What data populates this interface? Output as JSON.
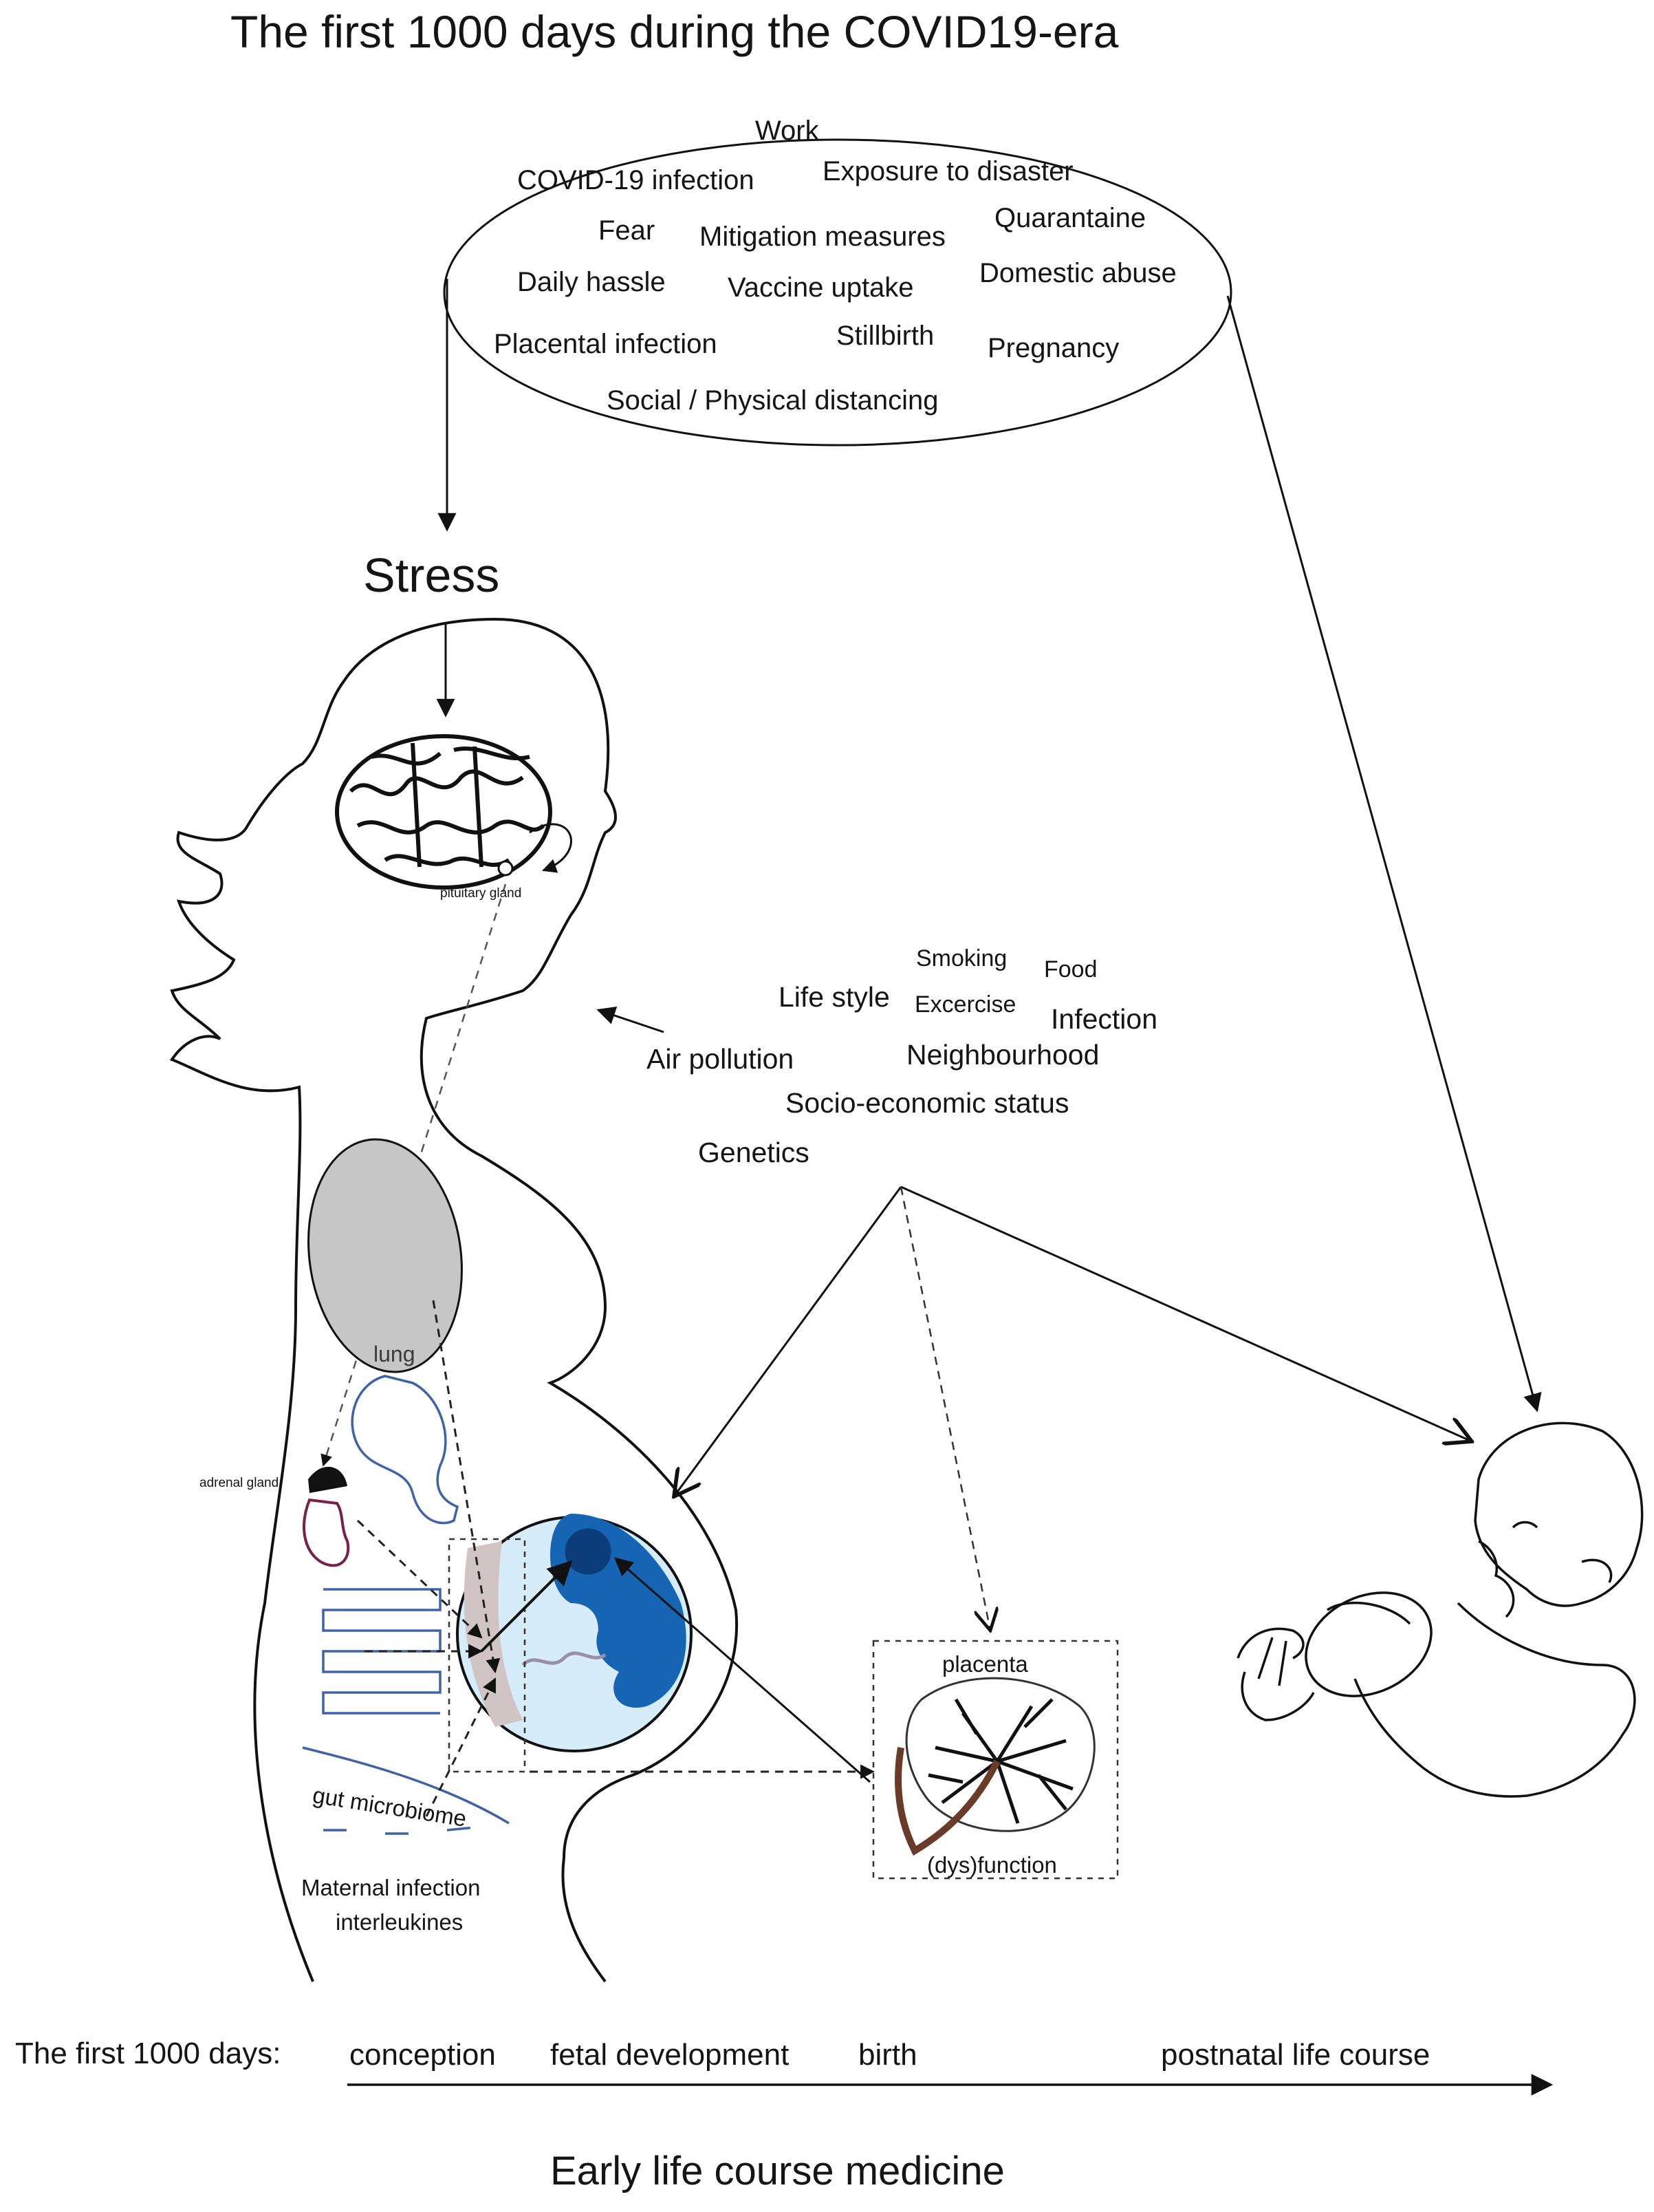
{
  "title": "The first 1000 days during the COVID19-era",
  "stressors": {
    "work": "Work",
    "covid_infection": "COVID-19 infection",
    "exposure_to_disaster": "Exposure to disaster",
    "fear": "Fear",
    "mitigation_measures": "Mitigation measures",
    "quarantaine": "Quarantaine",
    "daily_hassle": "Daily hassle",
    "vaccine_uptake": "Vaccine uptake",
    "domestic_abuse": "Domestic abuse",
    "placental_infection": "Placental infection",
    "stillbirth": "Stillbirth",
    "pregnancy": "Pregnancy",
    "social_distancing": "Social / Physical distancing"
  },
  "stress_label": "Stress",
  "anatomy": {
    "pituitary_gland": "pituitary gland",
    "lung": "lung",
    "adrenal_gland": "adrenal gland",
    "gut_microbiome": "gut microbiome",
    "maternal_infection": "Maternal infection",
    "interleukines": "interleukines"
  },
  "environmental_factors": {
    "smoking": "Smoking",
    "food": "Food",
    "life_style": "Life style",
    "excercise": "Excercise",
    "infection": "Infection",
    "air_pollution": "Air pollution",
    "neighbourhood": "Neighbourhood",
    "socio_economic_status": "Socio-economic status",
    "genetics": "Genetics"
  },
  "placenta_box": {
    "label": "placenta",
    "caption": "(dys)function"
  },
  "timeline": {
    "label": "The first 1000 days:",
    "stages": [
      "conception",
      "fetal development",
      "birth",
      "postnatal life course"
    ]
  },
  "footer": "Early life course medicine",
  "colors": {
    "lung": "#c6c6c6",
    "uterus": "#d6ecf8",
    "fetus": "#1565b4",
    "gut": "#3f63a8",
    "adrenal_outline": "#7a1f4a",
    "placental_zone": "#d0c4c4",
    "stroke": "#111111"
  }
}
